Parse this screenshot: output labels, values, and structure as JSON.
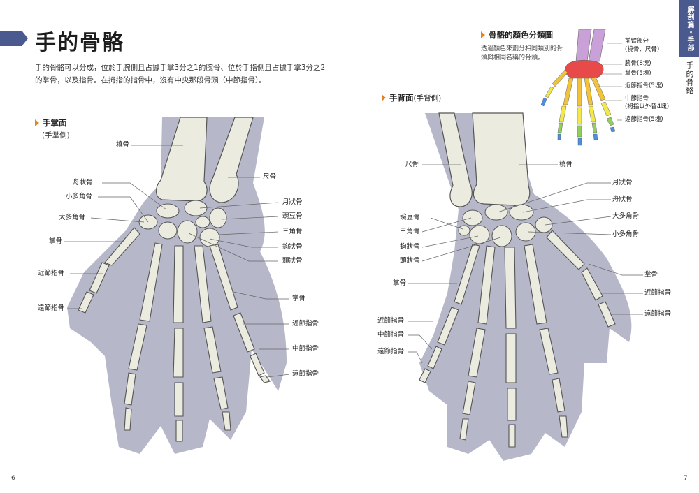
{
  "page": {
    "title": "手的骨骼",
    "intro": "手的骨骼可以分成，位於手腕側且占據手掌3分之1的腕骨、位於手指側且占據手掌3分之2的掌骨，以及指骨。在拇指的指骨中，沒有中央那段骨頭（中節指骨）。",
    "side_tab": "解剖篇・手部",
    "side_text": "手的骨骼",
    "page_left": "6",
    "page_right": "7"
  },
  "palm_view": {
    "heading": "手掌面",
    "subheading": "(手掌側)",
    "labels": {
      "radius": "橈骨",
      "ulna": "尺骨",
      "scaphoid": "舟狀骨",
      "trapezoid": "小多角骨",
      "trapezium": "大多角骨",
      "metacarpal_left": "掌骨",
      "proximal_left": "近節指骨",
      "distal_left": "遠節指骨",
      "lunate": "月狀骨",
      "pisiform": "豌豆骨",
      "triquetrum": "三角骨",
      "hamate": "鉤狀骨",
      "capitate": "頭狀骨",
      "metacarpal_right": "掌骨",
      "proximal_right": "近節指骨",
      "middle_right": "中節指骨",
      "distal_right": "遠節指骨"
    }
  },
  "back_view": {
    "heading": "手背面",
    "subheading": "(手背側)",
    "labels": {
      "ulna": "尺骨",
      "radius": "橈骨",
      "pisiform": "豌豆骨",
      "triquetrum": "三角骨",
      "hamate": "鉤狀骨",
      "capitate": "頭狀骨",
      "metacarpal_left": "掌骨",
      "proximal_left": "近節指骨",
      "middle_left": "中節指骨",
      "distal_left": "遠節指骨",
      "lunate": "月狀骨",
      "scaphoid": "舟狀骨",
      "trapezium": "大多角骨",
      "trapezoid": "小多角骨",
      "metacarpal_right": "掌骨",
      "proximal_right": "近節指骨",
      "distal_right": "遠節指骨"
    }
  },
  "legend": {
    "heading": "骨骼的顏色分類圖",
    "description": "透過顏色來劃分相同類別的骨頭與相同名稱的骨頭。",
    "items": [
      {
        "text": "前臂部分",
        "color": "#c9a0d8"
      },
      {
        "text": "(橈骨、尺骨)",
        "color": ""
      },
      {
        "text": "腕骨(8塊)",
        "color": "#e84a4a"
      },
      {
        "text": "掌骨(5塊)",
        "color": "#f2c23a"
      },
      {
        "text": "近節指骨(5塊)",
        "color": "#f2e84a"
      },
      {
        "text": "中節指骨",
        "color": "#8fd05a"
      },
      {
        "text": "(拇指以外皆4塊)",
        "color": ""
      },
      {
        "text": "遠節指骨(5塊)",
        "color": "#4a8fe0"
      }
    ]
  },
  "colors": {
    "accent": "#4b5a8e",
    "bone": "#ecebdf",
    "bone_shadow": "#c7c8d2",
    "silhouette": "#b6b8c9",
    "orange": "#e8821e"
  }
}
